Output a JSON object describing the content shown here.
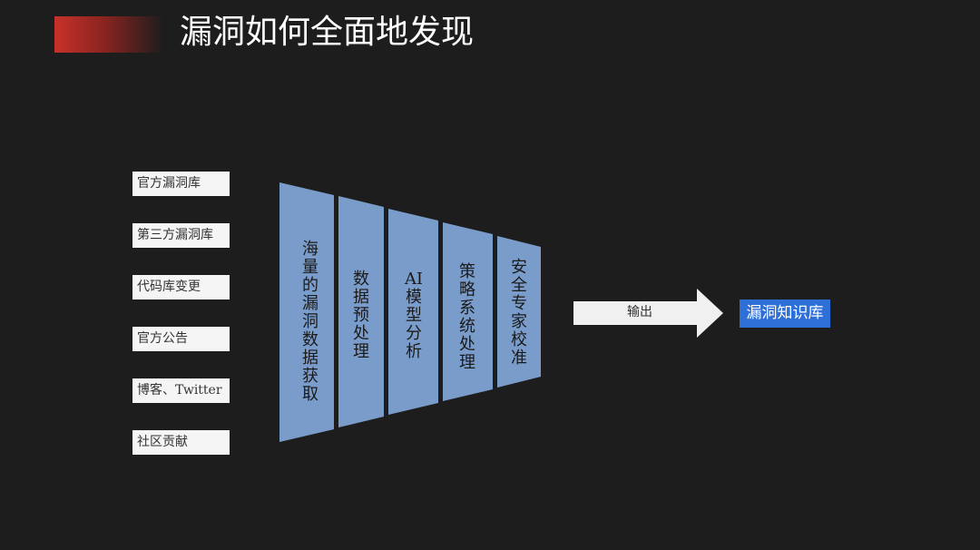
{
  "header": {
    "title": "漏洞如何全面地发现",
    "accent_color": "#c8312a"
  },
  "sources": [
    "官方漏洞库",
    "第三方漏洞库",
    "代码库变更",
    "官方公告",
    "博客、Twitter",
    "社区贡献"
  ],
  "stages": [
    "海量的漏洞数据获取",
    "数据预处理",
    "AI模型分析",
    "策略系统处理",
    "安全专家校准"
  ],
  "stage_color": "#7a9ccb",
  "output": {
    "label": "输出",
    "target": "漏洞知识库",
    "target_color": "#2f6fd8"
  }
}
